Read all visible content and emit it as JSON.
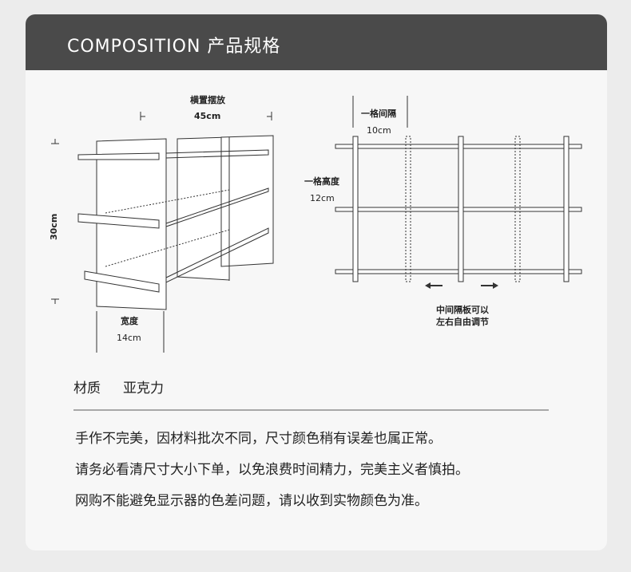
{
  "header": {
    "title": "COMPOSITION 产品规格"
  },
  "left_diagram": {
    "orientation_label": "横置摆放",
    "width_value": "45cm",
    "height_value": "30cm",
    "depth_label": "宽度",
    "depth_value": "14cm"
  },
  "right_diagram": {
    "spacing_label": "一格间隔",
    "spacing_value": "10cm",
    "row_height_label": "一格高度",
    "row_height_value": "12cm",
    "adjust_note_line1": "中间隔板可以",
    "adjust_note_line2": "左右自由调节"
  },
  "material": {
    "label": "材质",
    "value": "亚克力"
  },
  "notes": [
    "手作不完美，因材料批次不同，尺寸颜色稍有误差也属正常。",
    "请务必看清尺寸大小下单，以免浪费时间精力，完美主义者慎拍。",
    "网购不能避免显示器的色差问题，请以收到实物颜色为准。"
  ]
}
